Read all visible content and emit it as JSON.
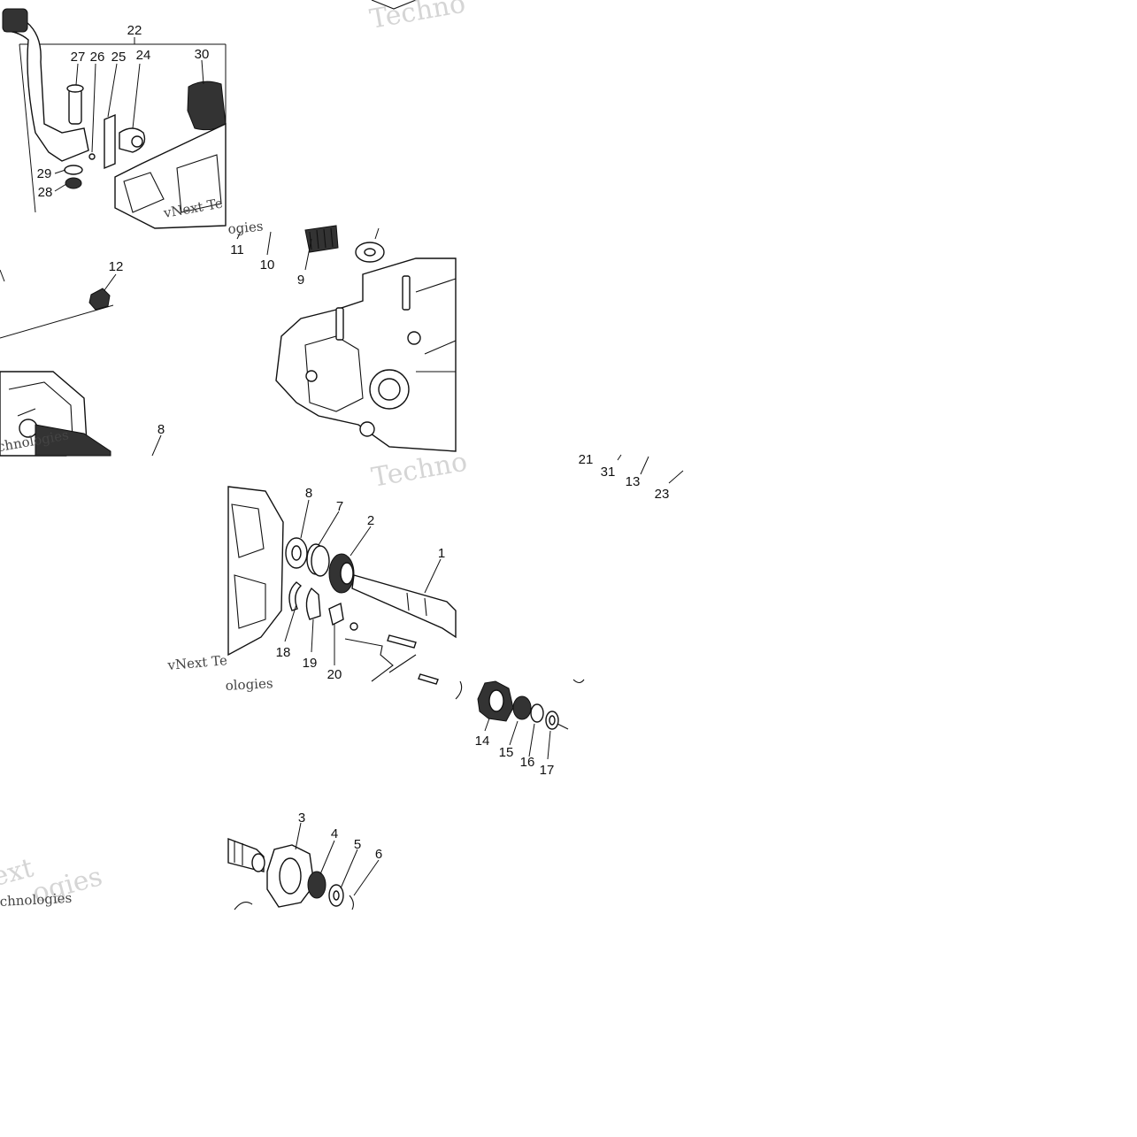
{
  "watermark": {
    "company": "vNext Technologies",
    "fragments": [
      "Techno",
      "Techno",
      "vNext Te",
      "chnologies",
      "ogies",
      "vNext Te",
      "ologies",
      "ext",
      "ogies",
      "chnologies"
    ]
  },
  "callouts": {
    "c1": "1",
    "c2": "2",
    "c3": "3",
    "c4": "4",
    "c5": "5",
    "c6": "6",
    "c7": "7",
    "c8a": "8",
    "c8b": "8",
    "c9": "9",
    "c10": "10",
    "c11": "11",
    "c12": "12",
    "c13": "13",
    "c14": "14",
    "c15": "15",
    "c16": "16",
    "c17": "17",
    "c18": "18",
    "c19": "19",
    "c20": "20",
    "c21": "21",
    "c22": "22",
    "c23": "23",
    "c24": "24",
    "c25": "25",
    "c26": "26",
    "c27": "27",
    "c28": "28",
    "c29": "29",
    "c30": "30",
    "c31": "31"
  },
  "colors": {
    "ink": "#111111",
    "watermark": "#c8c8c8",
    "background": "#ffffff"
  }
}
